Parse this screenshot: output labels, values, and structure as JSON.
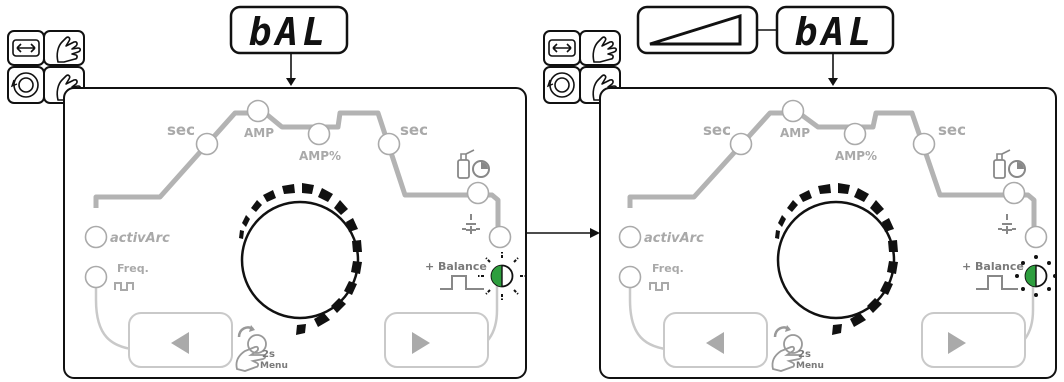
{
  "panels": [
    {
      "display_text": "bAL",
      "labels": {
        "sec_left": "sec",
        "amp": "AMP",
        "amp_percent": "AMP%",
        "sec_right": "sec",
        "activarc": "activArc",
        "freq": "Freq.",
        "balance": "+ Balance",
        "menu_time": "2s",
        "menu": "Menu"
      }
    },
    {
      "display_text": "bAL",
      "labels": {
        "sec_left": "sec",
        "amp": "AMP",
        "amp_percent": "AMP%",
        "sec_right": "sec",
        "activarc": "activArc",
        "freq": "Freq.",
        "balance": "+ Balance",
        "menu_time": "2s",
        "menu": "Menu"
      }
    }
  ],
  "colors": {
    "outline": "#111111",
    "graph_line": "#b3b3b3",
    "led_on": "#2e9e3e",
    "segment": "#111111"
  }
}
